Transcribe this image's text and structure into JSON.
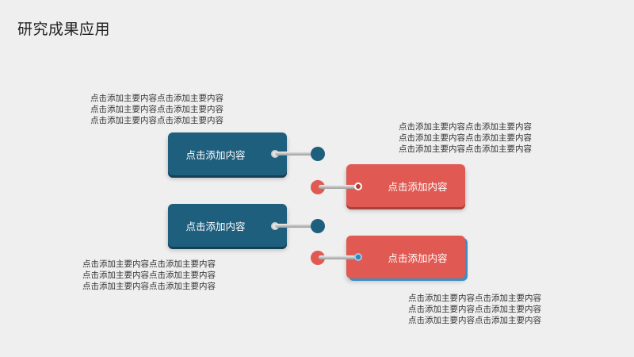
{
  "title": "研究成果应用",
  "tags": [
    {
      "label": "点击添加内容"
    },
    {
      "label": "点击添加内容"
    },
    {
      "label": "点击添加内容"
    },
    {
      "label": "点击添加内容"
    }
  ],
  "descriptions": [
    {
      "lines": [
        "点击添加主要内容点击添加主要内容",
        "点击添加主要内容点击添加主要内容",
        "点击添加主要内容点击添加主要内容"
      ]
    },
    {
      "lines": [
        "点击添加主要内容点击添加主要内容",
        "点击添加主要内容点击添加主要内容",
        "点击添加主要内容点击添加主要内容"
      ]
    },
    {
      "lines": [
        "点击添加主要内容点击添加主要内容",
        "点击添加主要内容点击添加主要内容",
        "点击添加主要内容点击添加主要内容"
      ]
    },
    {
      "lines": [
        "点击添加主要内容点击添加主要内容",
        "点击添加主要内容点击添加主要内容",
        "点击添加主要内容点击添加主要内容"
      ]
    }
  ],
  "colors": {
    "blue": "#1f5f7e",
    "red": "#e05a53",
    "background": "#efefef"
  }
}
